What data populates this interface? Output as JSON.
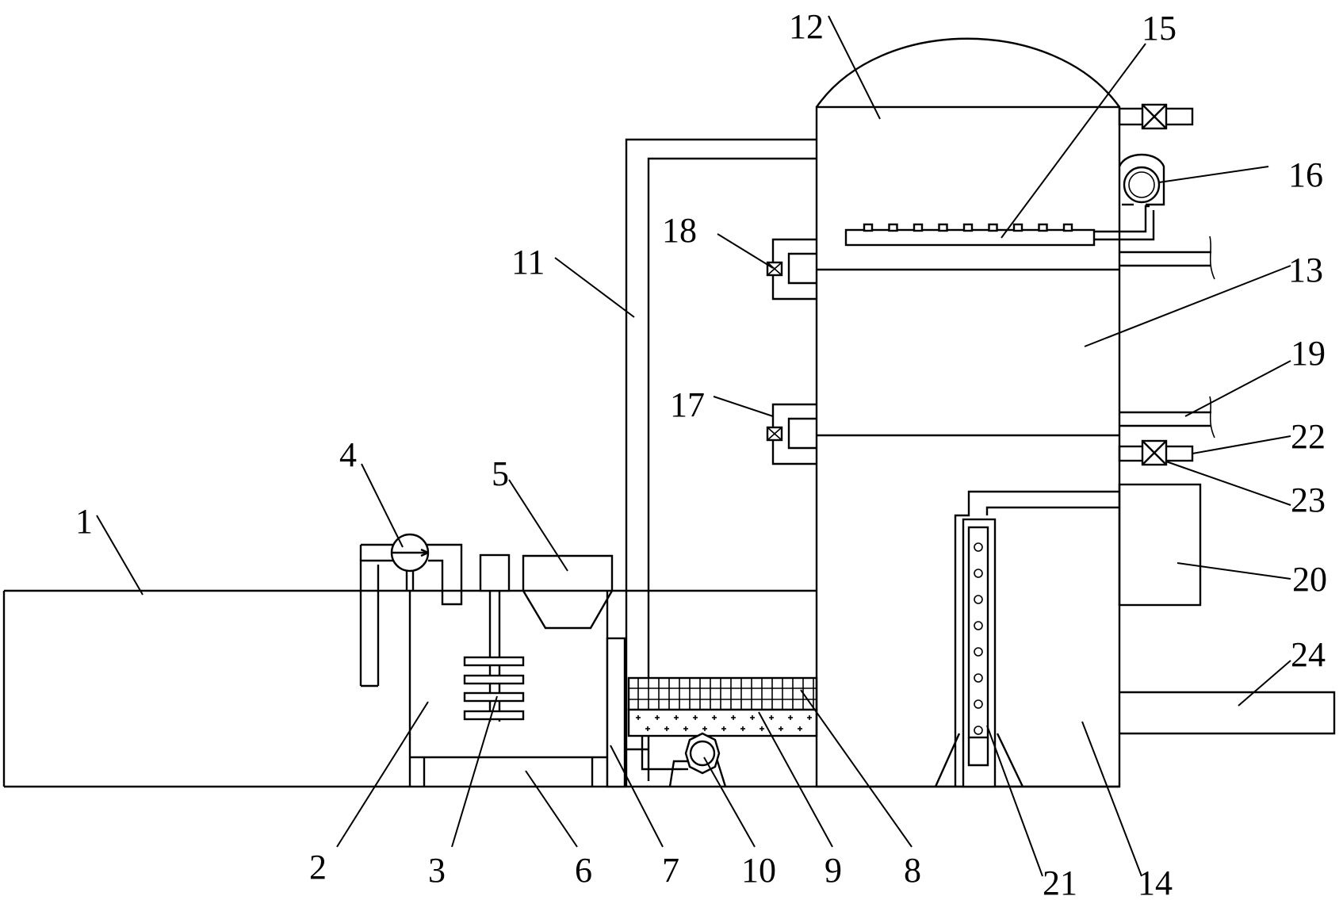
{
  "diagram": {
    "labels": {
      "n1": "1",
      "n2": "2",
      "n3": "3",
      "n4": "4",
      "n5": "5",
      "n6": "6",
      "n7": "7",
      "n8": "8",
      "n9": "9",
      "n10": "10",
      "n11": "11",
      "n12": "12",
      "n13": "13",
      "n14": "14",
      "n15": "15",
      "n16": "16",
      "n17": "17",
      "n18": "18",
      "n19": "19",
      "n20": "20",
      "n21": "21",
      "n22": "22",
      "n23": "23",
      "n24": "24"
    }
  }
}
